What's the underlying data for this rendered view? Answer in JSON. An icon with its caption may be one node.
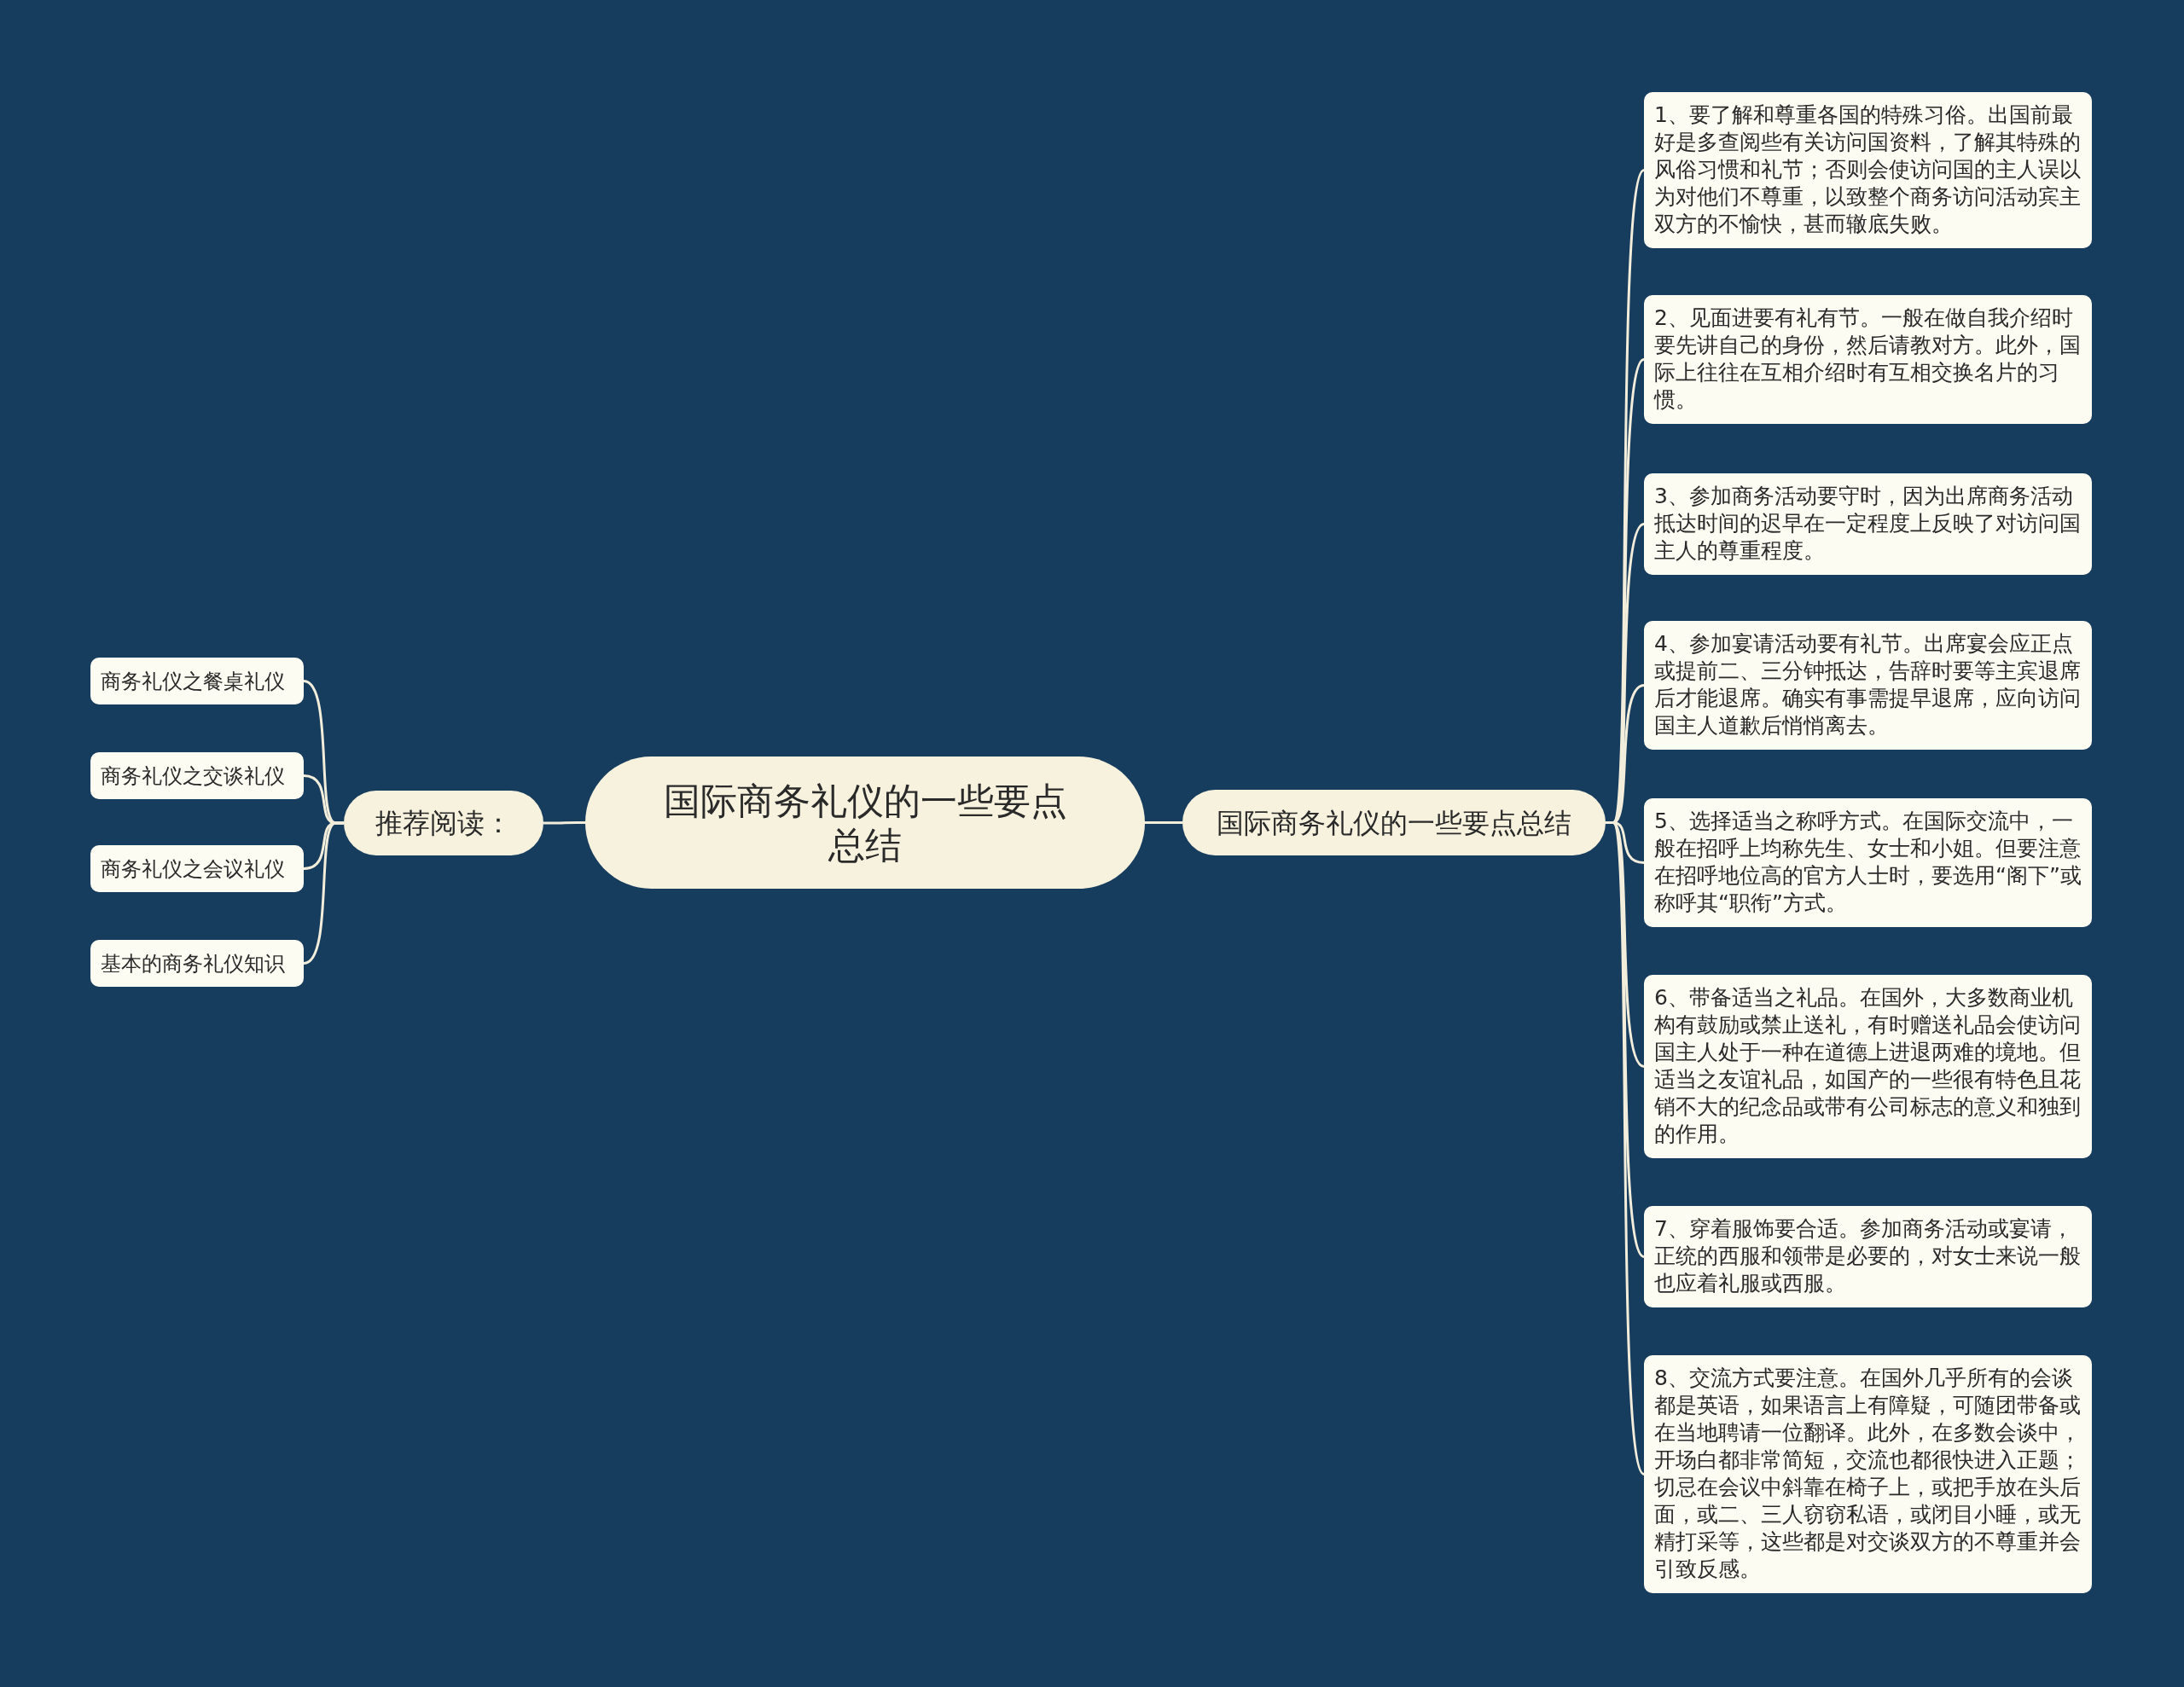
{
  "diagram": {
    "nodes": [
      {
        "text": [
          "国际商务礼仪的一些要点总结"
        ]
      },
      {
        "text": [
          "国际商务礼仪的一些要点总结"
        ]
      },
      {
        "text": [
          "1、要了解和尊重各国的特殊习俗。出国前最好是多查阅些有关访问国资料，了解其特殊的风俗习惯和礼节；否则会使访问国的主人误以为对他们不尊重，以致整个商务访问活动宾主双方的不愉快，甚而辙底失败。"
        ]
      },
      {
        "text": [
          "2、见面进要有礼有节。一般在做自我介绍时要先讲自己的身份，然后请教对方。此外，国际上往往在互相介绍时有互相交换名片的习惯。"
        ]
      },
      {
        "text": [
          "3、参加商务活动要守时，因为出席商务活动抵达时间的迟早在一定程度上反映了对访问国主人的尊重程度。"
        ]
      },
      {
        "text": [
          "4、参加宴请活动要有礼节。出席宴会应正点或提前二、三分钟抵达，告辞时要等主宾退席后才能退席。确实有事需提早退席，应向访问国主人道歉后悄悄离去。"
        ]
      },
      {
        "text": [
          "5、选择适当之称呼方式。在国际交流中，一般在招呼上均称先生、女士和小姐。但要注意在招呼地位高的官方人士时，要选用“阁下”或称呼其“职衔”方式。"
        ]
      },
      {
        "text": [
          "6、带备适当之礼品。在国外，大多数商业机构有鼓励或禁止送礼，有时赠送礼品会使访问国主人处于一种在道德上进退两难的境地。但适当之友谊礼品，如国产的一些很有特色且花销不大的纪念品或带有公司标志的意义和独到的作用。"
        ]
      },
      {
        "text": [
          "7、穿着服饰要合适。参加商务活动或宴请，正统的西服和领带是必要的，对女士来说一般也应着礼服或西服。"
        ]
      },
      {
        "text": [
          "8、交流方式要注意。在国外几乎所有的会谈都是英语，如果语言上有障疑，可随团带备或在当地聘请一位翻译。此外，在多数会谈中，开场白都非常简短，交流也都很快进入正题；切忌在会议中斜靠在椅子上，或把手放在头后面，或二、三人窃窃私语，或闭目小睡，或无精打采等，这些都是对交谈双方的不尊重并会引致反感。"
        ]
      },
      {
        "text": [
          "推荐阅读："
        ]
      },
      {
        "text": [
          "商务礼仪之餐桌礼仪"
        ]
      },
      {
        "text": [
          "商务礼仪之交谈礼仪"
        ]
      },
      {
        "text": [
          "商务礼仪之会议礼仪"
        ]
      },
      {
        "text": [
          "基本的商务礼仪知识"
        ]
      }
    ],
    "edges": [
      {
        "from": 0,
        "to": 1,
        "arrow": "none"
      },
      {
        "from": 1,
        "to": 2,
        "arrow": "none"
      },
      {
        "from": 1,
        "to": 3,
        "arrow": "none"
      },
      {
        "from": 1,
        "to": 4,
        "arrow": "none"
      },
      {
        "from": 1,
        "to": 5,
        "arrow": "none"
      },
      {
        "from": 1,
        "to": 6,
        "arrow": "none"
      },
      {
        "from": 1,
        "to": 7,
        "arrow": "none"
      },
      {
        "from": 1,
        "to": 8,
        "arrow": "none"
      },
      {
        "from": 1,
        "to": 9,
        "arrow": "none"
      },
      {
        "from": 0,
        "to": 10,
        "arrow": "none"
      },
      {
        "from": 10,
        "to": 11,
        "arrow": "none"
      },
      {
        "from": 10,
        "to": 12,
        "arrow": "none"
      },
      {
        "from": 10,
        "to": 13,
        "arrow": "none"
      },
      {
        "from": 10,
        "to": 14,
        "arrow": "none"
      }
    ]
  }
}
